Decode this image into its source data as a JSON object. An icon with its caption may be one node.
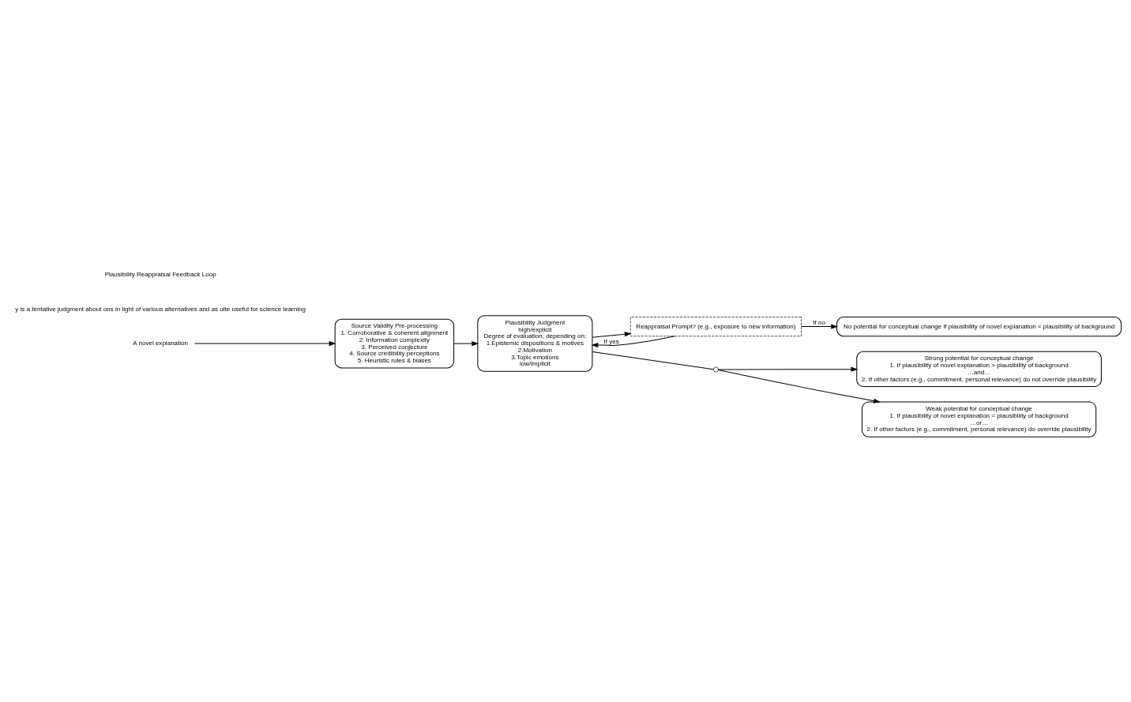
{
  "diagram": {
    "nodes": [
      {
        "text": [
          "A novel explanation"
        ]
      },
      {
        "text": [
          "Source Validity Pre-processing",
          "1. Corroborative & coherent alignment",
          "2. Information complexity",
          "3. Perceived conjecture",
          "4. Source credibility perceptions",
          "5. Heuristic rules & biases"
        ]
      },
      {
        "text": [
          "Plausibility Judgment",
          "high/explicit",
          "Degree of evaluation, depending on:",
          "1.Epistemic dispositions & motives",
          "2.Motivation",
          "3.Topic emotions",
          "low/implicit"
        ]
      },
      {
        "text": [
          "Reappraisal Prompt? (e.g., exposure to new information)"
        ]
      },
      {
        "text": [
          "Strong potential for conceptual change",
          "1. If plausibility of novel explanation > plausibility of background",
          "…and…",
          "2. If other factors (e.g., commitment, personal relevance) do not override plausibility"
        ]
      },
      {
        "text": [
          "Weak potential for conceptual change",
          "1. If plausibility of novel explanation = plausibility of background",
          "…or…",
          "2. If other factors (e.g., commitment, personal relevance) do override plausibility"
        ]
      },
      {
        "text": [
          "No potential for conceptual change if plausibility of novel explanation < plausibility of background"
        ]
      },
      {
        "text": [],
        "shape": "circle"
      }
    ],
    "edges": [
      {
        "from": 0,
        "to": 1,
        "arrow": "to"
      },
      {
        "from": 1,
        "to": 2,
        "arrow": "to"
      },
      {
        "from": 2,
        "to": 7,
        "arrow": "none"
      },
      {
        "from": 7,
        "to": 4,
        "arrow": "to"
      },
      {
        "from": 7,
        "to": 5,
        "arrow": "to"
      },
      {
        "from": 2,
        "to": 3,
        "arrow": "to"
      },
      {
        "from": 3,
        "to": 6,
        "arrow": "to",
        "label": "If no"
      },
      {
        "from": 3,
        "to": 2,
        "arrow": "to",
        "label": "If yes"
      }
    ],
    "labels": [
      "y is a tentative judgment about ons in light of various alternatives and as uite useful for science learning",
      "Plausibility Reappraisal Feedback Loop"
    ]
  }
}
